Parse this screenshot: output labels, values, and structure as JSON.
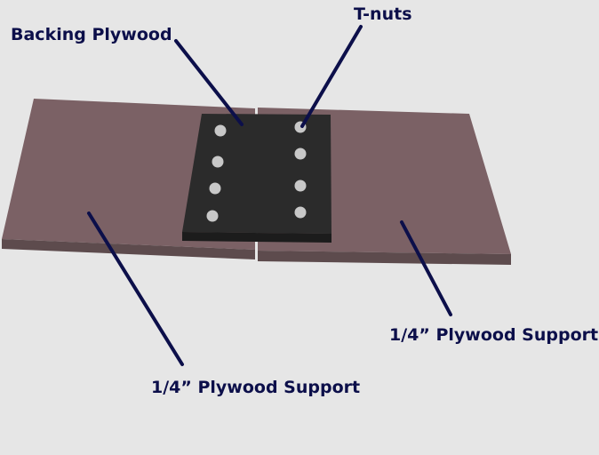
{
  "labels": {
    "backing_plywood": "Backing Plywood",
    "t_nuts": "T-nuts",
    "support_right": "1/4” Plywood Support",
    "support_left": "1/4” Plywood Support"
  },
  "colors": {
    "background": "#e6e6e6",
    "plywood_top": "#7b6165",
    "plywood_side": "#5d4b4d",
    "backing_plate": "#2b2b2b",
    "t_nut": "#c8c8c8",
    "leader_line": "#0c0f4a"
  },
  "t_nut_count": 8
}
